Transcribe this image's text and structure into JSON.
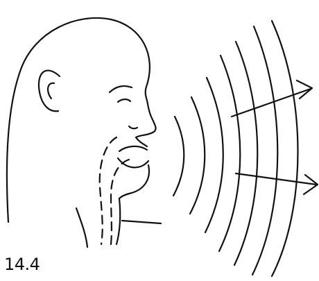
{
  "figure": {
    "label": "14.4",
    "ink_color": "#111111",
    "background_color": "#ffffff",
    "wave_count": 7,
    "arrow_count": 2
  }
}
